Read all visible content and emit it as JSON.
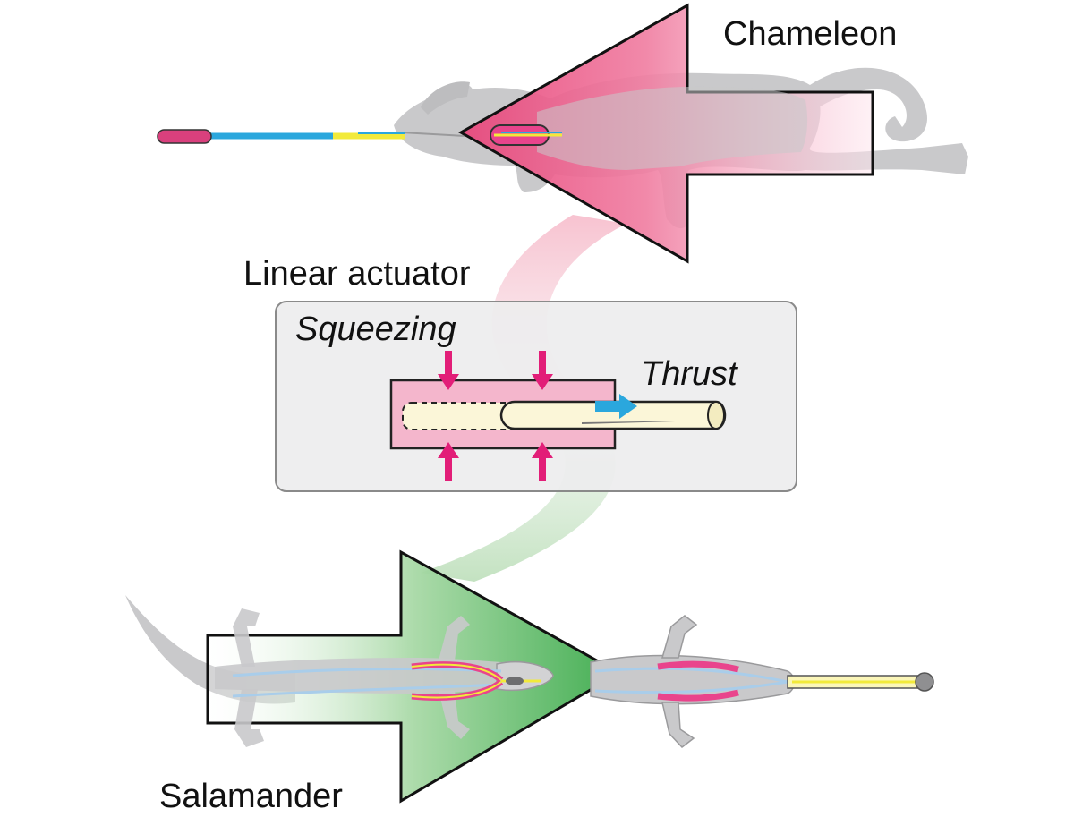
{
  "labels": {
    "chameleon": "Chameleon",
    "linear_actuator": "Linear actuator",
    "squeezing": "Squeezing",
    "thrust": "Thrust",
    "salamander": "Salamander"
  },
  "colors": {
    "pink_arrow": "#e8447a",
    "green_arrow": "#3aaa4a",
    "body_gray": "#c9c9cb",
    "tongue_blue": "#2aa7dd",
    "tongue_yellow": "#f2ea3a",
    "tongue_tip_pink": "#d9407d",
    "muscle_pink": "#e9448c",
    "sheath_pink": "#f4b6cc",
    "piston_cream": "#fbf6d8",
    "panel_fill": "#ededee"
  },
  "icons": [
    "squeeze-arrow-icon",
    "thrust-arrow-icon"
  ]
}
